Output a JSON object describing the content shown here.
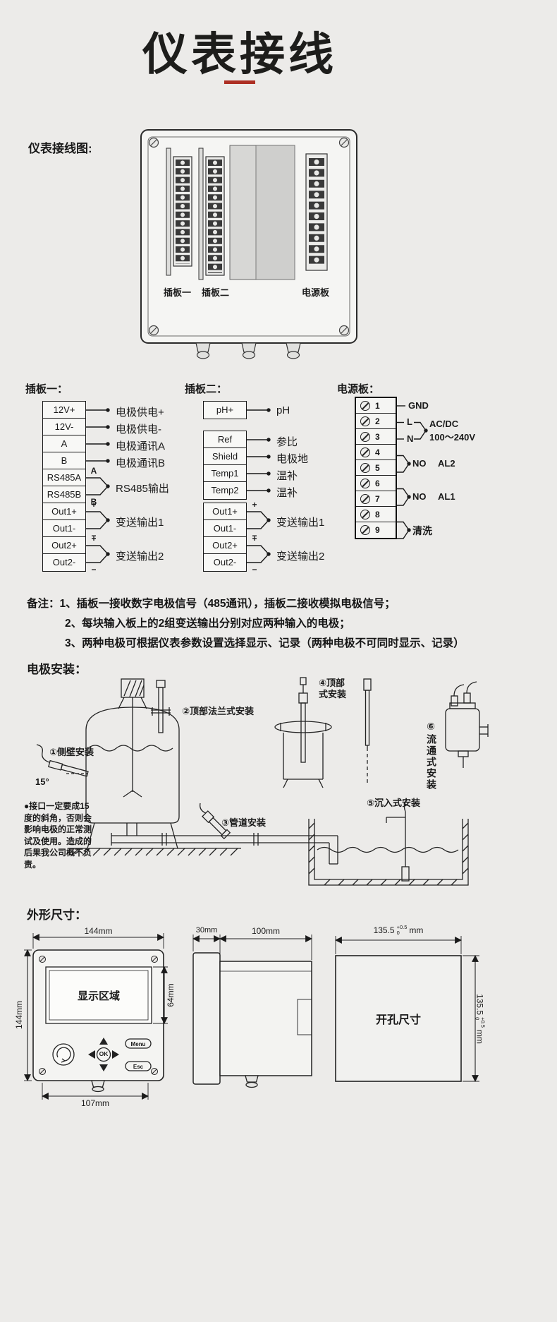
{
  "page": {
    "title": "仪表接线"
  },
  "wiring": {
    "section_label": "仪表接线图:",
    "board1_label": "插板一",
    "board2_label": "插板二",
    "power_label": "电源板"
  },
  "board1": {
    "title": "插板一：",
    "terminals": [
      "12V+",
      "12V-",
      "A",
      "B",
      "RS485A",
      "RS485B",
      "Out1+",
      "Out1-",
      "Out2+",
      "Out2-"
    ],
    "marks": {
      "a": "A",
      "b": "B",
      "plus1": "+",
      "minus1": "−",
      "plus2": "+",
      "minus2": "−"
    },
    "labels": [
      "电极供电+",
      "电极供电-",
      "电极通讯A",
      "电极通讯B",
      "RS485输出",
      "变送输出1",
      "变送输出2"
    ]
  },
  "board2": {
    "title": "插板二：",
    "terminals": [
      "pH+",
      "Ref",
      "Shield",
      "Temp1",
      "Temp2",
      "Out1+",
      "Out1-",
      "Out2+",
      "Out2-"
    ],
    "marks": {
      "plus1": "+",
      "minus1": "−",
      "plus2": "+",
      "minus2": "−"
    },
    "labels": [
      "pH",
      "参比",
      "电极地",
      "温补",
      "温补",
      "变送输出1",
      "变送输出2"
    ]
  },
  "power": {
    "title": "电源板：",
    "rows": [
      "1",
      "2",
      "3",
      "4",
      "5",
      "6",
      "7",
      "8",
      "9"
    ],
    "gnd": "GND",
    "l": "L",
    "n": "N",
    "ac1": "AC/DC",
    "ac2": "100～240V",
    "no1": "NO",
    "al2": "AL2",
    "no2": "NO",
    "al1": "AL1",
    "clean": "清洗"
  },
  "notes": {
    "label": "备注：",
    "lines": [
      "1、插板一接收数字电极信号（485通讯），插板二接收模拟电极信号；",
      "2、每块输入板上的2组变送输出分别对应两种输入的电极；",
      "3、两种电极可根据仪表参数设置选择显示、记录（两种电极不可同时显示、记录）"
    ]
  },
  "install": {
    "section_label": "电极安装：",
    "side": "①侧壁安装",
    "angle": "15°",
    "top_flange": "②顶部法兰式安装",
    "pipe": "③管道安装",
    "top": "④顶部式安装",
    "submerged": "⑤沉入式安装",
    "flow": "⑥流通式安装",
    "warning": "●接口一定要成15度的斜角，否则会影响电极的正常测试及使用。造成的后果我公司概不负责。"
  },
  "dims": {
    "section_label": "外形尺寸：",
    "front_width": "144mm",
    "front_height": "144mm",
    "display_height": "64mm",
    "bottom_width": "107mm",
    "display_label": "显示区域",
    "btn_menu": "Menu",
    "btn_ok": "OK",
    "btn_esc": "Esc",
    "bezel_depth": "30mm",
    "body_depth": "100mm",
    "cutout_label": "开孔尺寸",
    "cut_w_base": "135.5",
    "cut_w_plus": "+0.5",
    "cut_w_minus": "0",
    "cut_w_unit": "mm",
    "cut_h_base": "135.5",
    "cut_h_plus": "+0.5",
    "cut_h_minus": "0",
    "cut_h_unit": "mm"
  }
}
